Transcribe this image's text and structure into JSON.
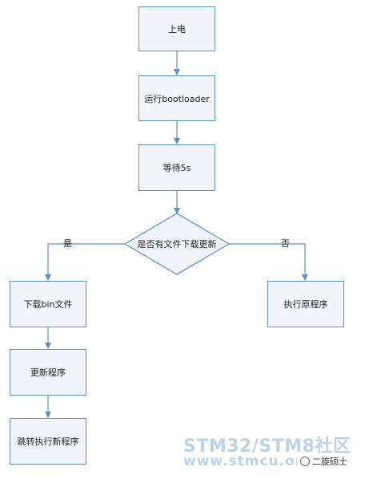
{
  "nodes": {
    "power_on": "上电",
    "run_bootloader": "运行bootloader",
    "wait": "等待5s",
    "decision": "是否有文件下载更新",
    "download_bin": "下载bin文件",
    "update_program": "更新程序",
    "jump_new": "跳转执行新程序",
    "run_original": "执行原程序"
  },
  "edges": {
    "yes_label": "是",
    "no_label": "否"
  },
  "watermark": {
    "line1": "STM32/STM8社区",
    "line2": "www.stmcu.org.cn",
    "brand": "二旋硕士"
  },
  "colors": {
    "node_fill": "#f1f5fb",
    "node_border": "#5b8fc9",
    "arrow": "#5b8fc9",
    "watermark": "#b8d3ea"
  }
}
